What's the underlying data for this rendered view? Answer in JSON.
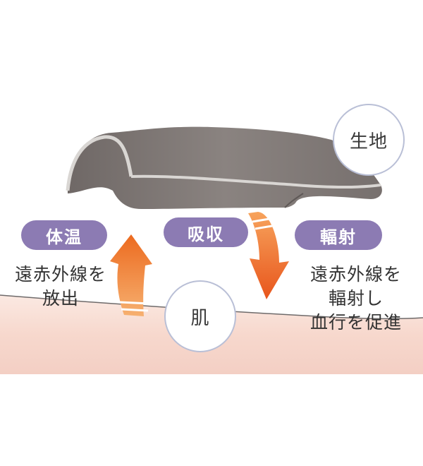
{
  "labels": {
    "fabric": "生地",
    "skin": "肌"
  },
  "pills": {
    "body_temp": "体温",
    "absorb": "吸収",
    "radiate": "輻射"
  },
  "left_text": {
    "line1": "遠赤外線を",
    "line2": "放出"
  },
  "right_text": {
    "line1": "遠赤外線を",
    "line2": "輻射し",
    "line3": "血行を促進"
  },
  "colors": {
    "pill": "#8c7bb3",
    "arrow_orange": "#f07a2a",
    "fabric_gray": "#7c7674",
    "skin_pink": "#f6d6cb"
  }
}
